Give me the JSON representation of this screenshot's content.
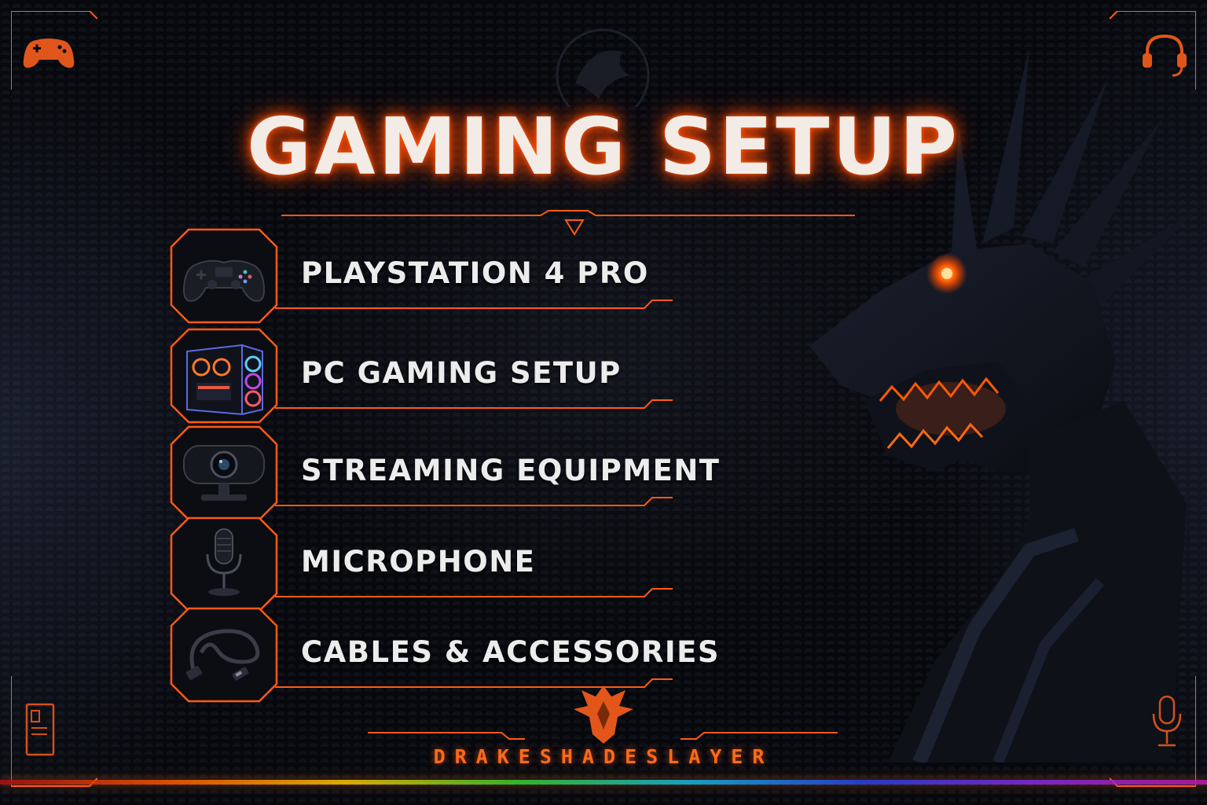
{
  "page": {
    "title": "GAMING SETUP",
    "brand": "DRAKESHADESLAYER"
  },
  "items": [
    {
      "label": "PLAYSTATION 4 PRO",
      "icon": "gamepad-icon"
    },
    {
      "label": "PC GAMING SETUP",
      "icon": "pc-case-icon"
    },
    {
      "label": "STREAMING EQUIPMENT",
      "icon": "webcam-icon"
    },
    {
      "label": "MICROPHONE",
      "icon": "microphone-icon"
    },
    {
      "label": "CABLES & ACCESSORIES",
      "icon": "usb-cable-icon"
    }
  ],
  "corners": {
    "top_left": "gamepad-icon",
    "top_right": "headset-icon",
    "bottom_left": "pc-tower-icon",
    "bottom_right": "microphone-icon"
  },
  "colors": {
    "accent": "#ff5a14",
    "background": "#07080c",
    "text": "#ececec"
  }
}
